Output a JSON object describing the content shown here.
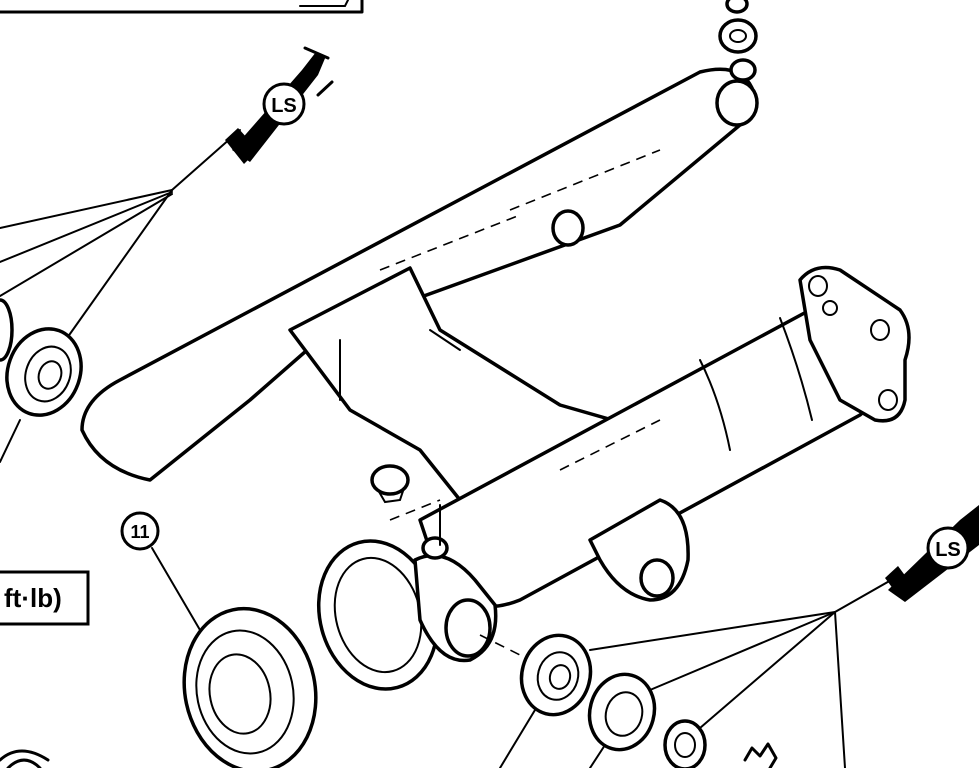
{
  "labels": {
    "ls_upper": "LS",
    "ls_lower": "LS",
    "part_number": "11",
    "torque_unit": "ft·lb)"
  },
  "colors": {
    "ink": "#000000",
    "paper": "#ffffff"
  }
}
